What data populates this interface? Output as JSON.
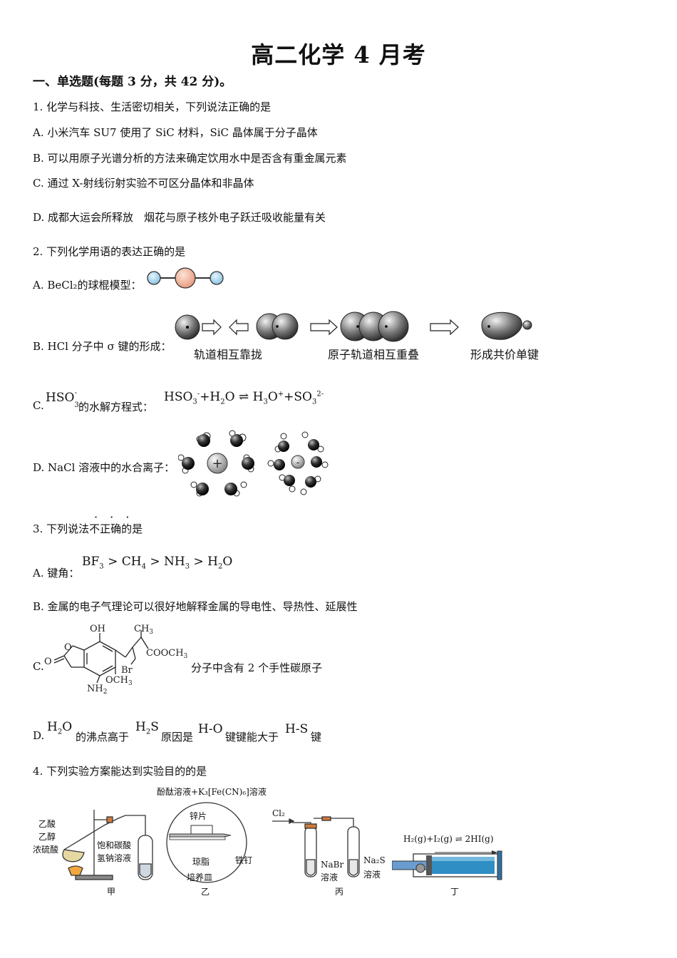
{
  "title": "高二化学 4 月考",
  "section": "一、单选题(每题 3 分，共 42 分)。",
  "q1": {
    "stem": "1. 化学与科技、生活密切相关，下列说法正确的是",
    "a": "A. 小米汽车 SU7 使用了 SiC 材料，SiC 晶体属于分子晶体",
    "b": "B. 可以用原子光谱分析的方法来确定饮用水中是否含有重金属元素",
    "c": "C. 通过 X-射线衍射实验不可区分晶体和非晶体",
    "d": "D. 成都大运会所释放　烟花与原子核外电子跃迁吸收能量有关"
  },
  "q2": {
    "stem": "2. 下列化学用语的表达正确的是",
    "a_label": "A. BeCl₂的球棍模型：",
    "b_label": "B. HCl 分子中 σ 键的形成：",
    "b_cap1": "轨道相互靠拢",
    "b_cap2": "原子轨道相互重叠",
    "b_cap3": "形成共价单键",
    "c_label_pre": "C.",
    "c_label_post": "的水解方程式：",
    "d_label": "D. NaCl 溶液中的水合离子："
  },
  "q3": {
    "stem": "3. 下列说法不正确的是",
    "dots": "· · ·",
    "a_label": "A. 键角：",
    "b": "B. 金属的电子气理论可以很好地解释金属的导电性、导热性、延展性",
    "c_label": "C.",
    "c_post": "分子中含有 2 个手性碳原子",
    "d_label": "D.",
    "d_t1": "的沸点高于",
    "d_t2": "原因是",
    "d_t3": "键键能大于",
    "d_t4": "键"
  },
  "q4": {
    "stem": "4. 下列实验方案能达到实验目的的是",
    "jia": {
      "label1": "乙酸",
      "label2": "乙醇",
      "label3": "浓硫酸",
      "label4": "饱和碳酸",
      "label5": "氢钠溶液",
      "cap": "甲"
    },
    "yi": {
      "top": "酚酞溶液+K₃[Fe(CN)₆]溶液",
      "zinc": "锌片",
      "nail": "铁钉",
      "agar": "琼脂",
      "dish": "培养皿",
      "cap": "乙"
    },
    "bing": {
      "cl2": "Cl₂",
      "nabr1": "NaBr",
      "nabr2": "溶液",
      "na2s1": "Na₂S",
      "na2s2": "溶液",
      "cap": "丙"
    },
    "ding": {
      "eq": "H₂(g)+I₂(g) ⇌ 2HI(g)",
      "cap": "丁"
    }
  }
}
